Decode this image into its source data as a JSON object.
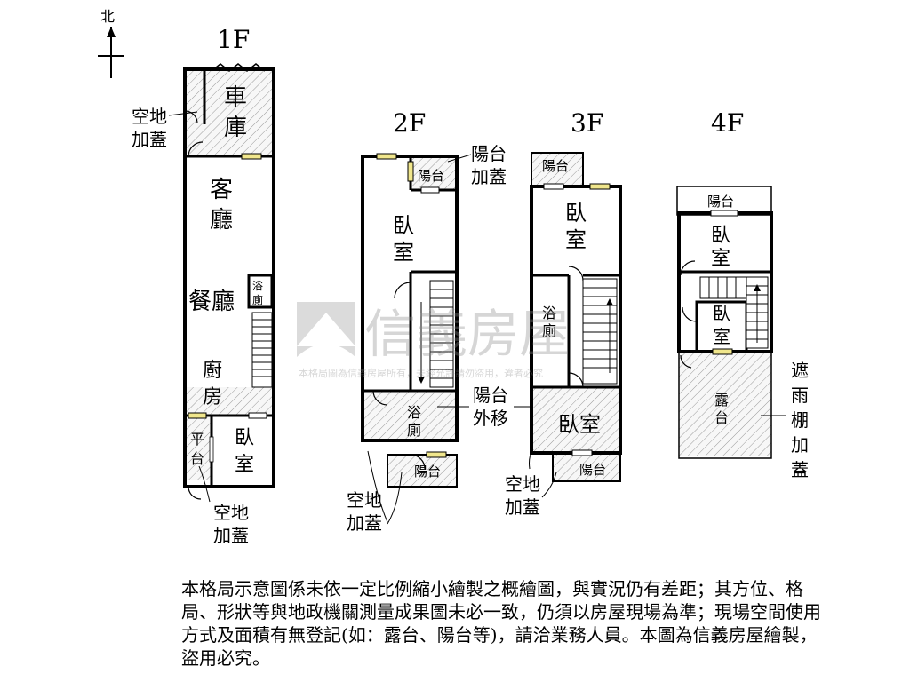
{
  "compass": {
    "north": "北"
  },
  "floors": {
    "f1": {
      "title": "1F",
      "garage_a": "車",
      "garage_b": "庫",
      "living_a": "客",
      "living_b": "廳",
      "dining": "餐廳",
      "bath_a": "浴",
      "bath_b": "廁",
      "kitchen_a": "廚",
      "kitchen_b": "房",
      "platform_a": "平",
      "platform_b": "台",
      "bedroom_a": "臥",
      "bedroom_b": "室",
      "note_top_a": "空地",
      "note_top_b": "加蓋",
      "note_bottom_a": "空地",
      "note_bottom_b": "加蓋"
    },
    "f2": {
      "title": "2F",
      "balcony_top": "陽台",
      "bedroom_a": "臥",
      "bedroom_b": "室",
      "bath_a": "浴",
      "bath_b": "廁",
      "balcony_bottom": "陽台",
      "note_a": "空地",
      "note_b": "加蓋",
      "note_balcony_a": "陽台",
      "note_balcony_b": "加蓋"
    },
    "f3": {
      "title": "3F",
      "balcony_top": "陽台",
      "bedroom_a": "臥",
      "bedroom_b": "室",
      "bath_a": "浴",
      "bath_b": "廁",
      "bedroom2": "臥室",
      "balcony_bottom": "陽台",
      "note_a": "空地",
      "note_b": "加蓋"
    },
    "f4": {
      "title": "4F",
      "balcony": "陽台",
      "bedroom_a": "臥",
      "bedroom_b": "室",
      "bedroom2_a": "臥",
      "bedroom2_b": "室",
      "terrace_a": "露",
      "terrace_b": "台",
      "note_a": "遮",
      "note_b": "雨",
      "note_c": "棚",
      "note_d": "加",
      "note_e": "蓋"
    }
  },
  "shared_note": {
    "line1": "陽台",
    "line2": "外移"
  },
  "watermark": {
    "brand": "信義房屋",
    "caption": "本格局圖為信義房屋所有，未經允許請勿盜用，違者必究"
  },
  "disclaimer": "本格局示意圖係未依一定比例縮小繪製之概繪圖，與實況仍有差距；其方位、格局、形狀等與地政機關測量成果圖未必一致，仍須以房屋現場為準；現場空間使用方式及面積有無登記(如：露台、陽台等)，請洽業務人員。本圖為信義房屋繪製，盜用必究。"
}
